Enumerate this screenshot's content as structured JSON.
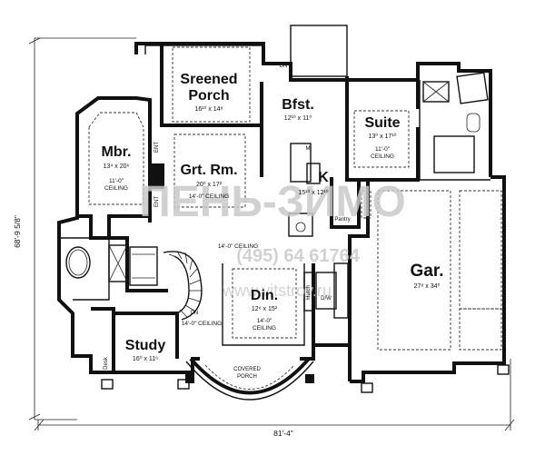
{
  "rooms": {
    "screened_porch": {
      "line1": "Sreened",
      "line2": "Porch",
      "size": "16¹⁰ x 14⁸"
    },
    "bfst": {
      "name": "Bfst.",
      "size": "12¹⁰ x 11⁰"
    },
    "suite": {
      "name": "Suite",
      "size": "13⁰ x 17¹⁰",
      "ceiling1": "11'-0\"",
      "ceiling2": "CEILING"
    },
    "mbr": {
      "name": "Mbr.",
      "size": "13⁴ x 20⁶",
      "ceiling1": "11'-0\"",
      "ceiling2": "CEILING"
    },
    "grt_rm": {
      "name": "Grt. Rm.",
      "size": "20⁰ x 17²",
      "ceiling": "14'-0\" CEILING"
    },
    "kitchen": {
      "name": "K",
      "size": "15¹⁰ x 12¹⁰"
    },
    "pantry": {
      "name": "Pantry"
    },
    "garage": {
      "name": "Gar.",
      "size": "27⁸ x 34⁰"
    },
    "dining": {
      "name": "Din.",
      "size": "12⁶ x 15²",
      "ceiling1": "14'-0\"",
      "ceiling2": "CEILING"
    },
    "study": {
      "name": "Study",
      "size": "16⁰ x 11⁶"
    },
    "covered_porch": {
      "line1": "COVERED",
      "line2": "PORCH"
    }
  },
  "labels": {
    "dn_top": "DN",
    "dn_stair": "DN",
    "ent_1": "ENT",
    "ent_2": "ENT",
    "foyer_ceiling": "14'-0\" CEILING",
    "stair_ceiling": "14'-0\" CEILING",
    "hutch": "Hutch",
    "dw": "D/W",
    "desk": "Desk",
    "wine": "M"
  },
  "dimensions": {
    "width": "81'-4\"",
    "depth": "68'-9 5/8\""
  },
  "watermark": {
    "text": "ПЕНЬ-ЗИМО",
    "phone": "(495) 64 61764",
    "site": "www.vitstroy.ru"
  }
}
